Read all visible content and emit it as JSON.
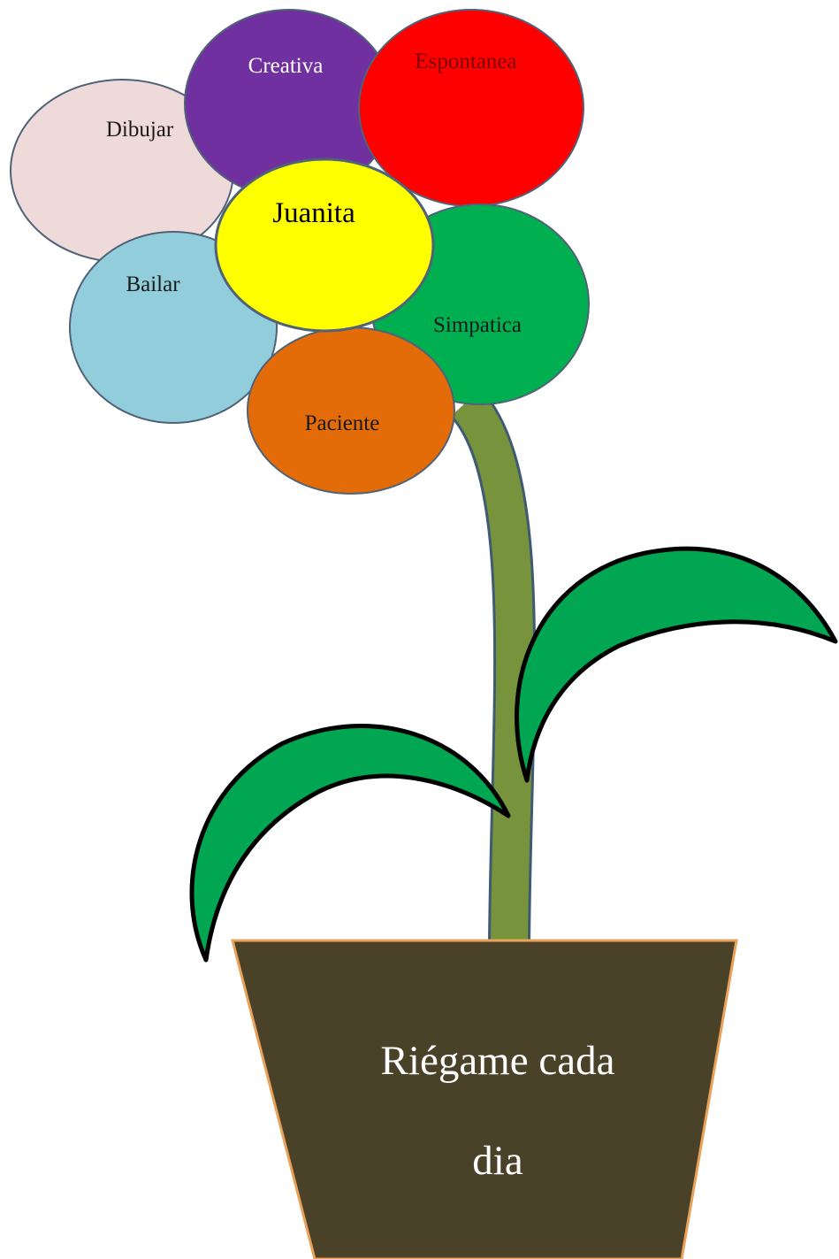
{
  "flower": {
    "center": {
      "label": "Juanita",
      "color": "#FFFF00"
    },
    "petals": {
      "dibujar": {
        "label": "Dibujar",
        "color": "#EFDADA"
      },
      "creativa": {
        "label": "Creativa",
        "color": "#7030A0"
      },
      "espontanea": {
        "label": "Espontanea",
        "color": "#FF0000"
      },
      "bailar": {
        "label": "Bailar",
        "color": "#92CDDC"
      },
      "simpatica": {
        "label": "Simpatica",
        "color": "#00B050"
      },
      "paciente": {
        "label": "Paciente",
        "color": "#E36C09"
      }
    },
    "stem_color": "#77933C",
    "leaf_color": "#00A651"
  },
  "pot": {
    "color": "#4A4129",
    "line1": "Riégame cada",
    "line2": "dia"
  }
}
